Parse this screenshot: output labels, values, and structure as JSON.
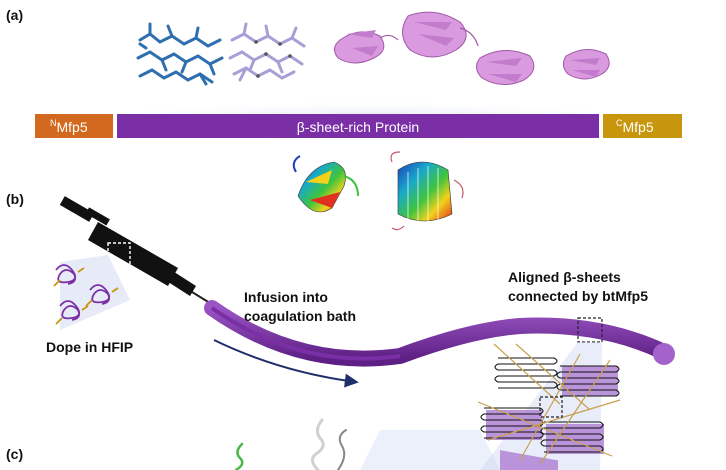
{
  "panels": {
    "a": "(a)",
    "b": "(b)",
    "c": "(c)"
  },
  "domain_bar": {
    "n_prefix": "N",
    "n_label": "Mfp5",
    "middle_label": "β-sheet-rich Protein",
    "c_prefix": "C",
    "c_label": "Mfp5"
  },
  "labels": {
    "dope": "Dope in HFIP",
    "infusion_line1": "Infusion into",
    "infusion_line2": "coagulation bath",
    "aligned_line1": "Aligned β-sheets",
    "aligned_line2": "connected by btMfp5"
  },
  "colors": {
    "n_terminal": "#d2691e",
    "middle": "#7b2fa6",
    "c_terminal": "#c8960c",
    "fiber": "#7b2fa6",
    "strand_blue": "#2f6fb0",
    "strand_lavender": "#a89fd6",
    "protein_pink": "#d99ae0",
    "arrow": "#1f2f6b"
  }
}
